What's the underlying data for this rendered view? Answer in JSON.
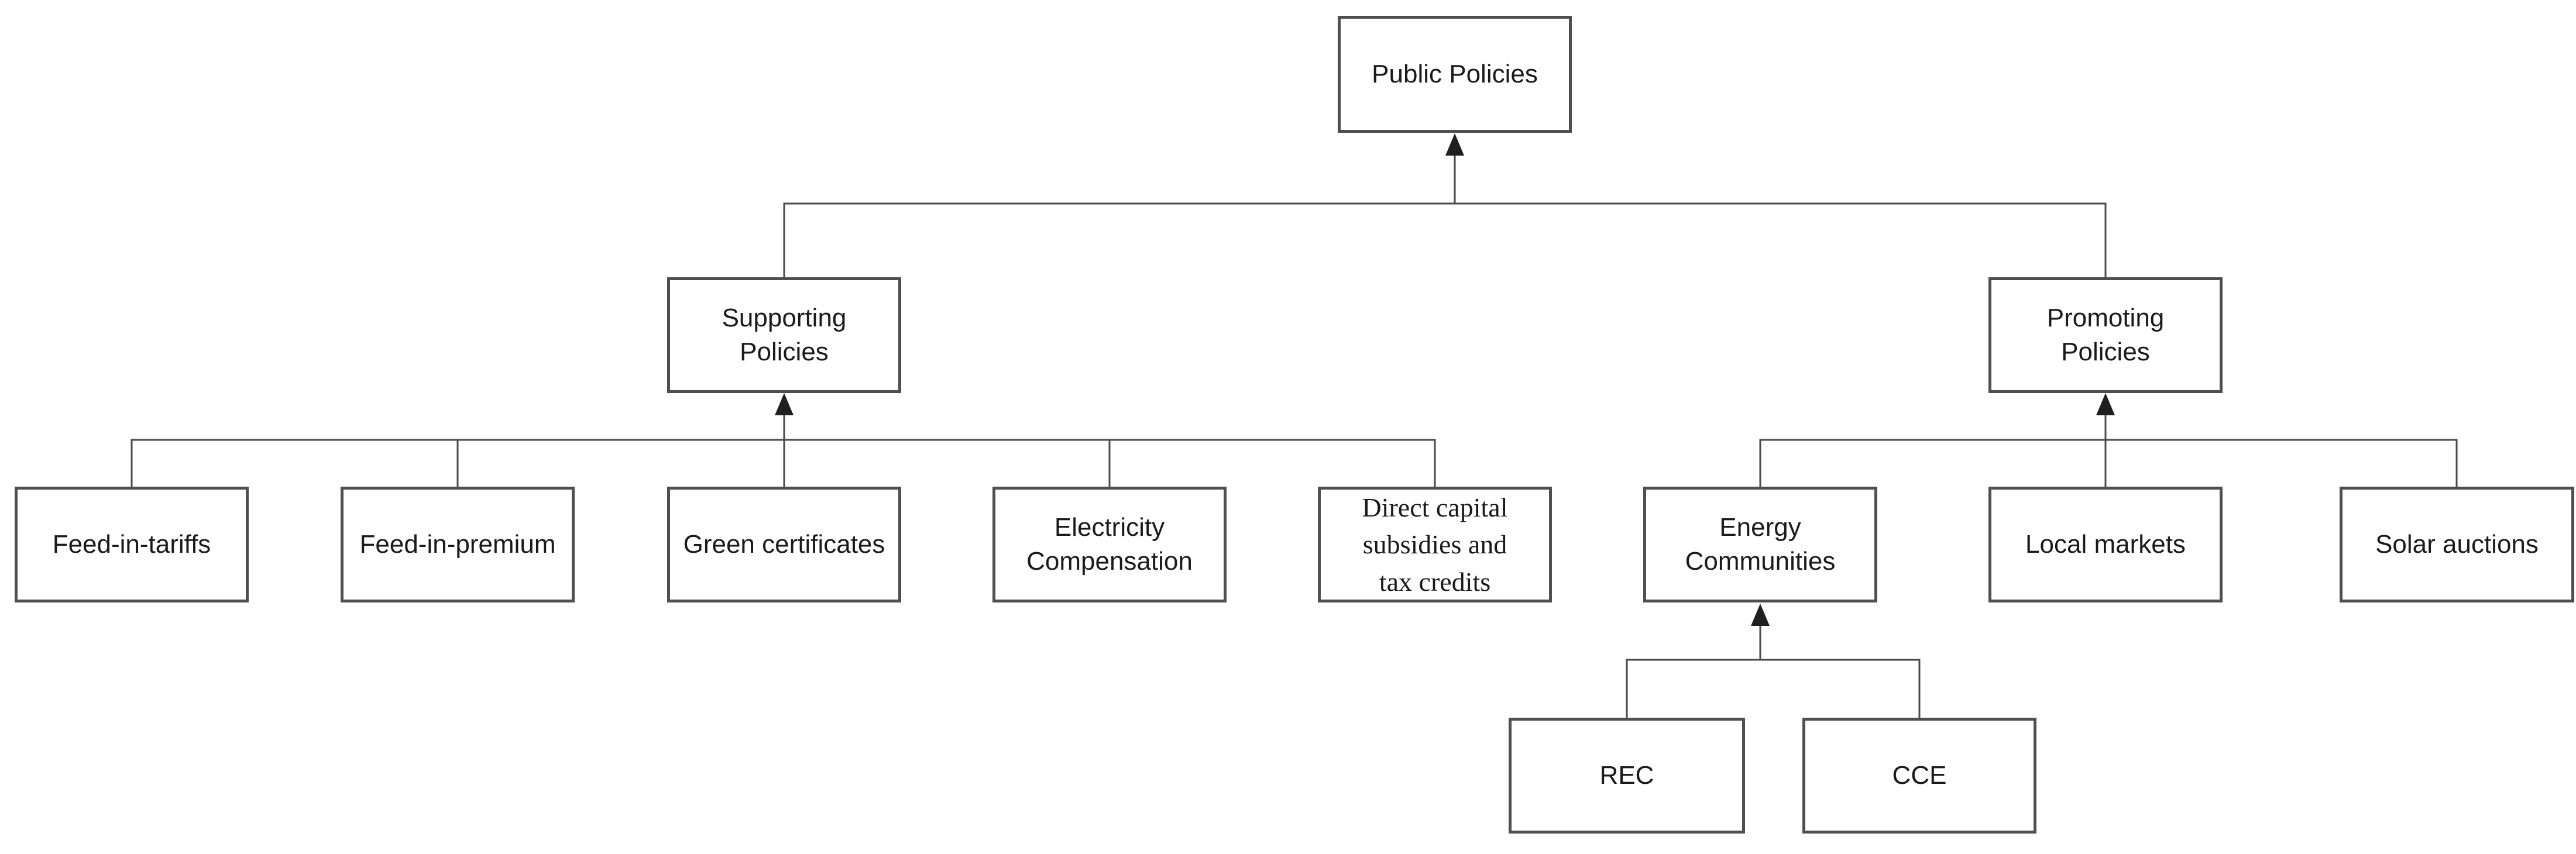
{
  "diagram": {
    "type": "hierarchy-flowchart",
    "colors": {
      "background": "#ffffff",
      "box_border": "#4f4f4f",
      "connector": "#4a4a4a",
      "arrow": "#1f1f1f",
      "text": "#1a1a1a"
    },
    "nodes": {
      "public_policies": {
        "label": "Public Policies"
      },
      "supporting_policies": {
        "label": "Supporting\nPolicies"
      },
      "promoting_policies": {
        "label": "Promoting\nPolicies"
      },
      "feed_in_tariffs": {
        "label": "Feed-in-tariffs"
      },
      "feed_in_premium": {
        "label": "Feed-in-premium"
      },
      "green_certificates": {
        "label": "Green certificates"
      },
      "electricity_compensation": {
        "label": "Electricity\nCompensation"
      },
      "direct_capital_subsidies": {
        "label": "Direct capital\nsubsidies and\ntax credits"
      },
      "energy_communities": {
        "label": "Energy\nCommunities"
      },
      "local_markets": {
        "label": "Local markets"
      },
      "solar_auctions": {
        "label": "Solar auctions"
      },
      "rec": {
        "label": "REC"
      },
      "cce": {
        "label": "CCE"
      }
    },
    "edges": [
      {
        "from": "supporting_policies",
        "to": "public_policies",
        "arrow": "up"
      },
      {
        "from": "promoting_policies",
        "to": "public_policies",
        "arrow": "up"
      },
      {
        "from": "feed_in_tariffs",
        "to": "supporting_policies",
        "arrow": "up"
      },
      {
        "from": "feed_in_premium",
        "to": "supporting_policies",
        "arrow": "up"
      },
      {
        "from": "green_certificates",
        "to": "supporting_policies",
        "arrow": "up"
      },
      {
        "from": "electricity_compensation",
        "to": "supporting_policies",
        "arrow": "up"
      },
      {
        "from": "direct_capital_subsidies",
        "to": "supporting_policies",
        "arrow": "up"
      },
      {
        "from": "energy_communities",
        "to": "promoting_policies",
        "arrow": "up"
      },
      {
        "from": "local_markets",
        "to": "promoting_policies",
        "arrow": "up"
      },
      {
        "from": "solar_auctions",
        "to": "promoting_policies",
        "arrow": "up"
      },
      {
        "from": "rec",
        "to": "energy_communities",
        "arrow": "up"
      },
      {
        "from": "cce",
        "to": "energy_communities",
        "arrow": "up"
      }
    ]
  }
}
